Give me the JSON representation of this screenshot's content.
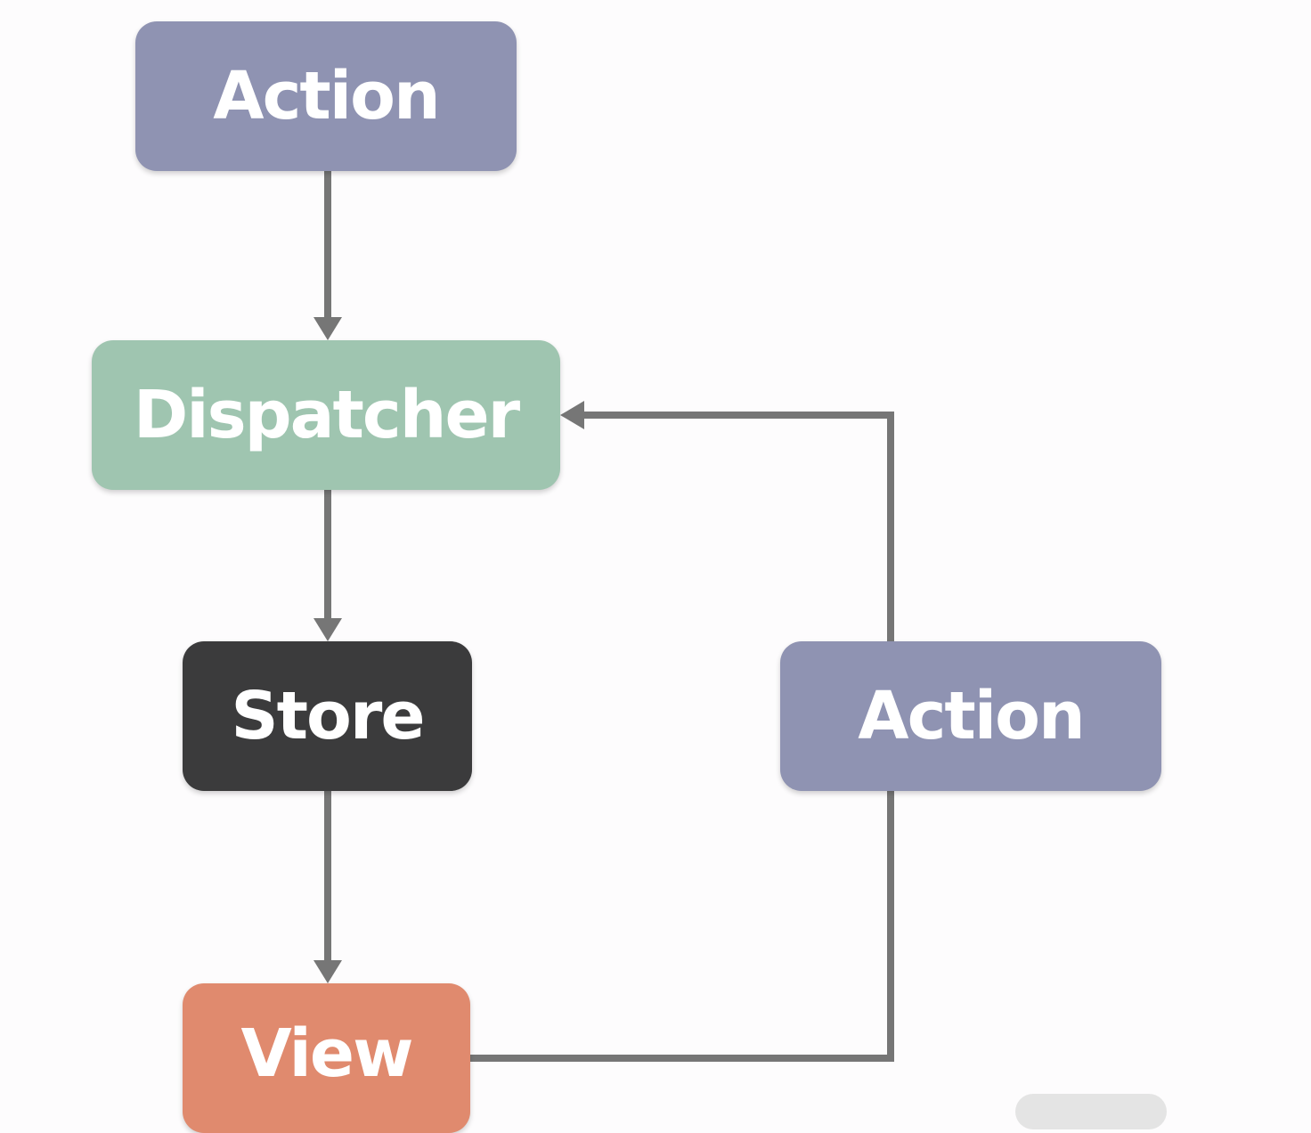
{
  "diagram": {
    "nodes": {
      "action_top": {
        "label": "Action",
        "color": "#8f93b2"
      },
      "dispatcher": {
        "label": "Dispatcher",
        "color": "#9fc5b0"
      },
      "store": {
        "label": "Store",
        "color": "#3b3b3c"
      },
      "action_right": {
        "label": "Action",
        "color": "#8f93b2"
      },
      "view": {
        "label": "View",
        "color": "#e08a6e"
      }
    },
    "edges": [
      {
        "from": "Action",
        "to": "Dispatcher"
      },
      {
        "from": "Dispatcher",
        "to": "Store"
      },
      {
        "from": "Store",
        "to": "View"
      },
      {
        "from": "View",
        "to": "Action"
      },
      {
        "from": "Action",
        "to": "Dispatcher"
      }
    ],
    "edge_color": "#767676"
  }
}
